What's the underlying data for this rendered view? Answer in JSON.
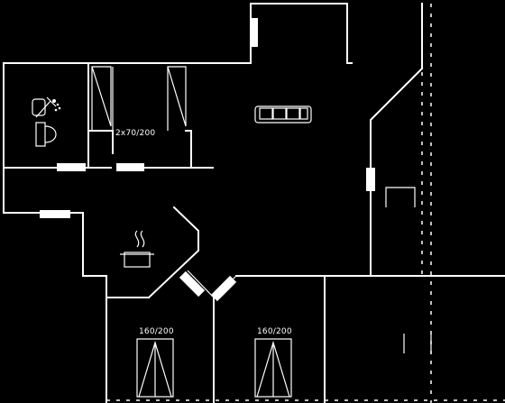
{
  "plan": {
    "bed_labels": {
      "bunk_room": "2x70/200",
      "bedroom_left": "160/200",
      "bedroom_right": "160/200"
    }
  }
}
